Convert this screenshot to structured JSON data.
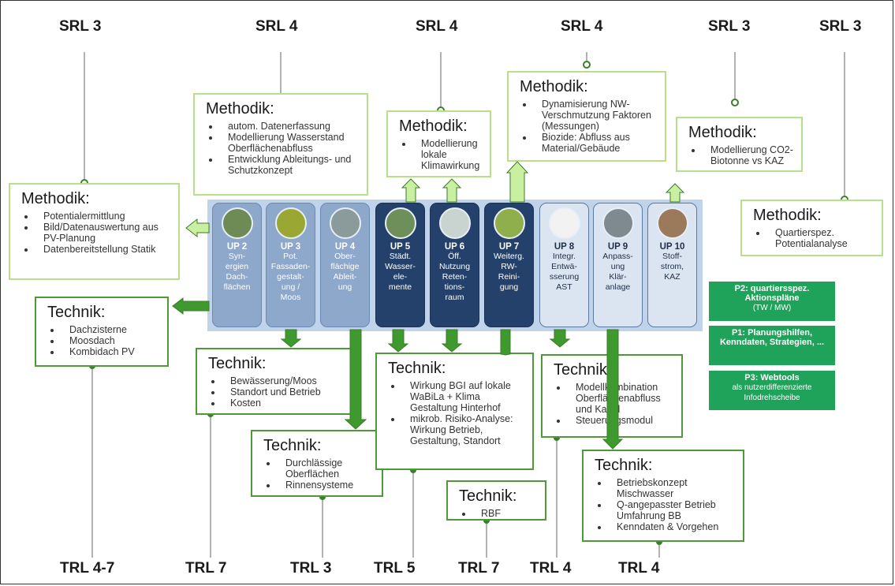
{
  "srl_labels": [
    "SRL 3",
    "SRL 4",
    "SRL 4",
    "SRL 4",
    "SRL 3",
    "SRL 3"
  ],
  "trl_labels": [
    "TRL 4-7",
    "TRL 7",
    "TRL 3",
    "TRL 5",
    "TRL 7",
    "TRL 4",
    "TRL 4"
  ],
  "methodik": [
    {
      "title": "Methodik:",
      "items": [
        "Potentialermittlung",
        "Bild/Datenauswertung aus PV-Planung",
        "Datenbereitstellung Statik"
      ]
    },
    {
      "title": "Methodik:",
      "items": [
        "autom. Datenerfassung",
        "Modellierung Wasserstand Oberflächenabfluss",
        "Entwicklung Ableitungs- und Schutzkonzept"
      ]
    },
    {
      "title": "Methodik:",
      "items": [
        "Modellierung lokale Klimawirkung"
      ]
    },
    {
      "title": "Methodik:",
      "items": [
        "Dynamisierung NW-Verschmutzung Faktoren (Messungen)",
        "Biozide: Abfluss aus Material/Gebäude"
      ]
    },
    {
      "title": "Methodik:",
      "items": [
        "Modellierung CO2-Biotonne vs KAZ"
      ]
    },
    {
      "title": "Methodik:",
      "items": [
        "Quartierspez. Potentialanalyse"
      ]
    }
  ],
  "technik": [
    {
      "title": "Technik:",
      "items": [
        "Dachzisterne",
        "Moosdach",
        "Kombidach PV"
      ]
    },
    {
      "title": "Technik:",
      "items": [
        "Bewässerung/Moos",
        "Standort und Betrieb",
        "Kosten"
      ]
    },
    {
      "title": "Technik:",
      "items": [
        "Durchlässige Oberflächen",
        "Rinnensysteme"
      ]
    },
    {
      "title": "Technik:",
      "items": [
        "Wirkung BGI auf lokale WaBiLa + Klima Gestaltung Hinterhof",
        "mikrob. Risiko-Analyse: Wirkung Betrieb, Gestaltung, Standort"
      ]
    },
    {
      "title": "Technik:",
      "items": [
        "RBF"
      ]
    },
    {
      "title": "Technik:",
      "items": [
        "Modellkombination Oberflächenabfluss und Kanal",
        "Steuerungsmodul"
      ]
    },
    {
      "title": "Technik:",
      "items": [
        "Betriebskonzept Mischwasser",
        "Q-angepasster Betrieb Umfahrung BB",
        "Kenndaten & Vorgehen"
      ]
    }
  ],
  "ups": [
    {
      "title": "UP 2",
      "text": "Syn-\nergien\nDach-\nflächen",
      "style": "light",
      "thumb": "#6e8a55"
    },
    {
      "title": "UP 3",
      "text": "Pot.\nFassaden-\ngestalt-\nung /\nMoos",
      "style": "light",
      "thumb": "#9aa833"
    },
    {
      "title": "UP 4",
      "text": "Ober-\nflächige\nAbleit-\nung",
      "style": "light",
      "thumb": "#8b9a9a"
    },
    {
      "title": "UP 5",
      "text": "Städt.\nWasser-\nele-\nmente",
      "style": "dark",
      "thumb": "#6f8f5a"
    },
    {
      "title": "UP 6",
      "text": "Öff.\nNutzung\nReten-\ntions-\nraum",
      "style": "dark",
      "thumb": "#c9d3cf"
    },
    {
      "title": "UP 7",
      "text": "Weiterg.\nRW-\nReini-\ngung",
      "style": "dark",
      "thumb": "#8fae4c"
    },
    {
      "title": "UP 8",
      "text": "Integr.\nEntwä-\nsserung\nAST",
      "style": "pale",
      "thumb": "#f2f2f2"
    },
    {
      "title": "UP 9",
      "text": "Anpass-\nung\nKlär-\nanlage",
      "style": "pale",
      "thumb": "#7f8a90"
    },
    {
      "title": "UP 10",
      "text": "Stoff-\nstrom,\nKAZ",
      "style": "pale",
      "thumb": "#9a7a5a"
    }
  ],
  "phases": [
    {
      "main": "P2: quartiersspez. Aktionspläne",
      "sub": "(TW / MW)"
    },
    {
      "main": "P1: Planungshilfen, Kenndaten, Strategien, ...",
      "sub": ""
    },
    {
      "main": "P3: Webtools",
      "sub": "als nutzerdifferenzierte Infodrehscheibe"
    }
  ],
  "colors": {
    "arrow": "#3e9a2f",
    "arrow_light": "#c8f0a0",
    "box_light": "#b6e08a",
    "box_dark": "#4e9a36",
    "phase": "#1fa25a"
  }
}
